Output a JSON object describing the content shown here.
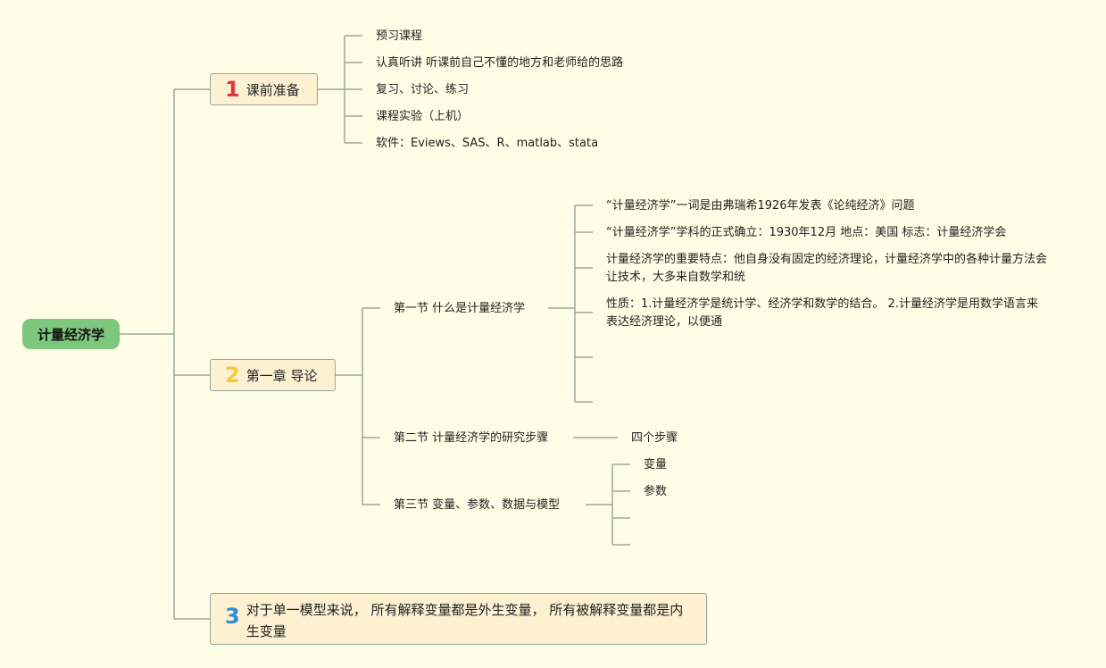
{
  "root": {
    "label": "计量经济学"
  },
  "chapters": [
    {
      "number": "1",
      "title": "课前准备",
      "items": [
        "预习课程",
        "认真听讲 听课前自己不懂的地方和老师给的思路",
        "复习、讨论、练习",
        "课程实验（上机）",
        "软件：Eviews、SAS、R、matlab、stata"
      ]
    },
    {
      "number": "2",
      "title": "第一章 导论",
      "sections": [
        {
          "title": "第一节 什么是计量经济学",
          "items": [
            "“计量经济学”一词是由弗瑞希1926年发表《论纯经济》问题",
            "“计量经济学”学科的正式确立：1930年12月 地点：美国 标志：计量经济学会",
            "计量经济学的重要特点：他自身没有固定的经济理论，计量经济学中的各种计量方法会让技术，大多来自数学和统",
            "性质：1.计量经济学是统计学、经济学和数学的结合。 2.计量经济学是用数学语言来表达经济理论，以便通",
            "",
            ""
          ]
        },
        {
          "title": "第二节 计量经济学的研究步骤",
          "items": [
            "四个步骤"
          ]
        },
        {
          "title": "第三节 变量、参数、数据与模型",
          "items": [
            "变量",
            "参数",
            "",
            ""
          ]
        }
      ]
    },
    {
      "number": "3",
      "title": "对于单一模型来说， 所有解释变量都是外生变量， 所有被解释变量都是内生变量"
    }
  ],
  "colors": {
    "background": "#fefee6",
    "root": "#7ec77e",
    "box": "#fdf1d2",
    "connector": "#9aa89a",
    "number1": "#e0383e",
    "number2": "#f5c842",
    "number3": "#2c8fd6"
  }
}
